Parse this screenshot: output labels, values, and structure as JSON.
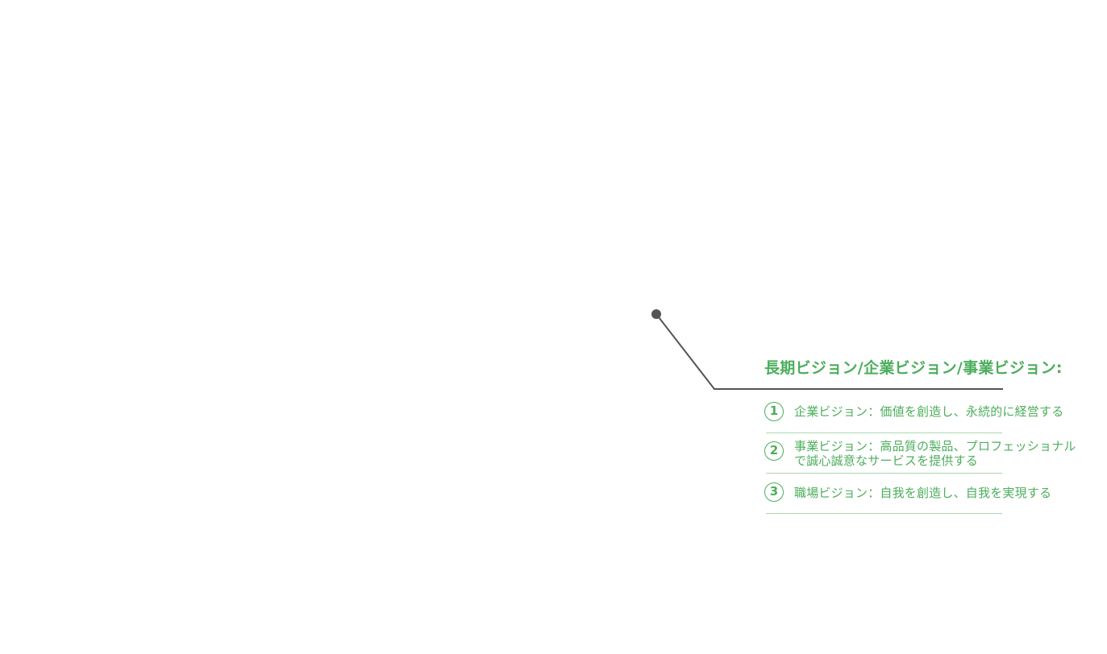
{
  "colors": {
    "accent": "#4cae5c",
    "rule": "#a9d9b1",
    "connector": "#555555"
  },
  "heading": "長期ビジョン/企業ビジョン/事業ビジョン:",
  "items": [
    {
      "marker": "1",
      "line1": "企業ビジョン：価値を創造し、永続的に経営する",
      "line2": ""
    },
    {
      "marker": "2",
      "line1": "事業ビジョン：高品質の製品、プロフェッショナル",
      "line2": "で誠心誠意なサービスを提供する"
    },
    {
      "marker": "3",
      "line1": "職場ビジョン：自我を創造し、自我を実現する",
      "line2": ""
    }
  ]
}
